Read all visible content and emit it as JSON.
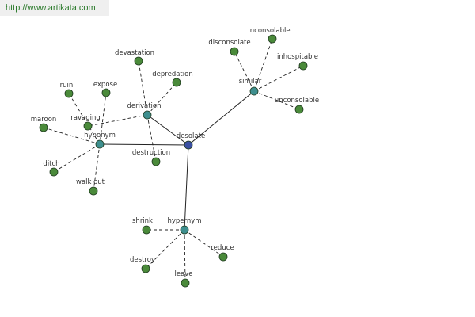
{
  "banner": {
    "url": "http://www.artikata.com"
  },
  "colors": {
    "root": "#3b4fa3",
    "hub": "#3e8f8f",
    "leaf": "#4a8a3a",
    "line": "#222222"
  },
  "graph": {
    "nodes": [
      {
        "id": "desolate",
        "label": "desolate",
        "kind": "root"
      },
      {
        "id": "similar",
        "label": "similar",
        "kind": "hub"
      },
      {
        "id": "derivation",
        "label": "derivation",
        "kind": "hub"
      },
      {
        "id": "hyponym",
        "label": "hyponym",
        "kind": "hub"
      },
      {
        "id": "hypernym",
        "label": "hypernym",
        "kind": "hub"
      },
      {
        "id": "disconsolate",
        "label": "disconsolate",
        "kind": "leaf"
      },
      {
        "id": "inconsolable",
        "label": "inconsolable",
        "kind": "leaf"
      },
      {
        "id": "inhospitable",
        "label": "inhospitable",
        "kind": "leaf"
      },
      {
        "id": "unconsolable",
        "label": "unconsolable",
        "kind": "leaf"
      },
      {
        "id": "devastation",
        "label": "devastation",
        "kind": "leaf"
      },
      {
        "id": "depredation",
        "label": "depredation",
        "kind": "leaf"
      },
      {
        "id": "ravaging",
        "label": "ravaging",
        "kind": "leaf"
      },
      {
        "id": "destruction",
        "label": "destruction",
        "kind": "leaf"
      },
      {
        "id": "ruin",
        "label": "ruin",
        "kind": "leaf"
      },
      {
        "id": "expose",
        "label": "expose",
        "kind": "leaf"
      },
      {
        "id": "maroon",
        "label": "maroon",
        "kind": "leaf"
      },
      {
        "id": "ditch",
        "label": "ditch",
        "kind": "leaf"
      },
      {
        "id": "walk_out",
        "label": "walk out",
        "kind": "leaf"
      },
      {
        "id": "shrink",
        "label": "shrink",
        "kind": "leaf"
      },
      {
        "id": "reduce",
        "label": "reduce",
        "kind": "leaf"
      },
      {
        "id": "destroy",
        "label": "destroy",
        "kind": "leaf"
      },
      {
        "id": "leave",
        "label": "leave",
        "kind": "leaf"
      }
    ],
    "edges": [
      {
        "from": "desolate",
        "to": "similar",
        "style": "solid"
      },
      {
        "from": "desolate",
        "to": "derivation",
        "style": "solid"
      },
      {
        "from": "desolate",
        "to": "hyponym",
        "style": "solid"
      },
      {
        "from": "desolate",
        "to": "hypernym",
        "style": "solid"
      },
      {
        "from": "similar",
        "to": "disconsolate",
        "style": "dashed"
      },
      {
        "from": "similar",
        "to": "inconsolable",
        "style": "dashed"
      },
      {
        "from": "similar",
        "to": "inhospitable",
        "style": "dashed"
      },
      {
        "from": "similar",
        "to": "unconsolable",
        "style": "dashed"
      },
      {
        "from": "derivation",
        "to": "devastation",
        "style": "dashed"
      },
      {
        "from": "derivation",
        "to": "depredation",
        "style": "dashed"
      },
      {
        "from": "derivation",
        "to": "ravaging",
        "style": "dashed"
      },
      {
        "from": "derivation",
        "to": "destruction",
        "style": "dashed"
      },
      {
        "from": "hyponym",
        "to": "ruin",
        "style": "dashed"
      },
      {
        "from": "hyponym",
        "to": "expose",
        "style": "dashed"
      },
      {
        "from": "hyponym",
        "to": "maroon",
        "style": "dashed"
      },
      {
        "from": "hyponym",
        "to": "ditch",
        "style": "dashed"
      },
      {
        "from": "hyponym",
        "to": "walk_out",
        "style": "dashed"
      },
      {
        "from": "hypernym",
        "to": "shrink",
        "style": "dashed"
      },
      {
        "from": "hypernym",
        "to": "reduce",
        "style": "dashed"
      },
      {
        "from": "hypernym",
        "to": "destroy",
        "style": "dashed"
      },
      {
        "from": "hypernym",
        "to": "leave",
        "style": "dashed"
      }
    ]
  }
}
